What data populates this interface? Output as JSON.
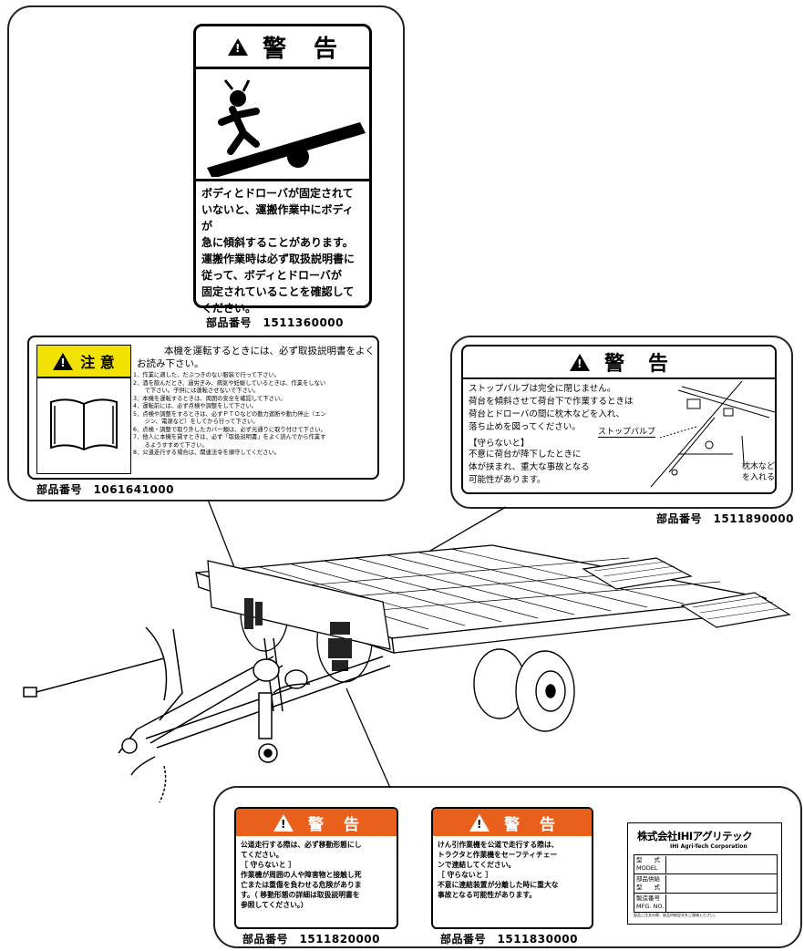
{
  "label_1": {
    "header_left": "警",
    "header_right": "告",
    "body": "ボディとドローバが固定されて\nいないと、運搬作業中にボディが\n急に傾斜することがあります。\n運搬作業時は必ず取扱説明書に\n従って、ボディとドローバが\n固定されていることを確認して\nください。",
    "part_no": "部品番号　1511360000"
  },
  "label_2": {
    "header": "注 意",
    "intro": "本機を運転するときには、必ず取扱説明書をよく\nお読み下さい。",
    "items": [
      "1．作業に適した、だぶつきのない服装で行って下さい。",
      "2．酒を飲んだとき、過労ぎみ、病気や妊娠しているときは、作業をしない\n　　で下さい。子供には運転させないで下さい。",
      "3．本機を運転するときは、周囲の安全を確認して下さい。",
      "4．運転前には、必ず点検や調整をして下さい。",
      "5．点検や調整をするときは、必ずＰＴＯなどの動力遮断や動力停止（エン\n　　ジン、電源など）をしてから行って下さい。",
      "6．点検・調整で取り外したカバー類は、必ず元通りに取り付けて下さい。",
      "7．他人に本機を貸すときは、必ず「取扱説明書」をよく読んでから作業す\n　　るようすすめて下さい。",
      "8．公道走行する場合は、関連法令を順守してください。"
    ],
    "part_no": "部品番号　1061641000"
  },
  "label_3": {
    "header_left": "警",
    "header_right": "告",
    "body": "ストップバルブは完全に閉じません。\n荷台を傾斜させて荷台下で作業するときは\n荷台とドローバの間に枕木などを入れ、\n落ち止めを図ってください。",
    "caution_title": "【守らないと】",
    "caution_body": "不意に荷台が降下したときに\n体が挟まれ、重大な事故となる\n可能性があります。",
    "callout_valve": "ストップバルブ",
    "callout_block": "枕木など\nを入れる",
    "part_no": "部品番号　1511890000"
  },
  "label_4": {
    "header_left": "警",
    "header_right": "告",
    "body": "公道走行する際は、必ず移動形態にし\nてください。\n［ 守らないと ］\n作業機が周囲の人や障害物と接触し死\n亡または重傷を負わせる危険がありま\nす。（ 移動形態の詳細は取扱説明書を\n参照してください。）",
    "part_no": "部品番号　1511820000"
  },
  "label_5": {
    "header_left": "警",
    "header_right": "告",
    "body": "けん引作業機を公道で走行する際は、\nトラクタと作業機をセーフティチェー\nンで連結してください。\n［ 守らないと ］\n不意に連結装置が分離した時に重大な\n事故となる可能性があります。",
    "part_no": "部品番号　1511830000"
  },
  "nameplate": {
    "company": "株式会社IHIアグリテック",
    "company_en": "IHI Agri-Tech Corporation",
    "row1": "型　　式\nMODEL",
    "row2": "部品供給\n型　　式",
    "row3": "製造番号\nMFG. NO.",
    "footnote": "部品ご注文の際、部品供給型式をご連絡ください。"
  },
  "colors": {
    "caution_yellow": "#f2e200",
    "warning_orange": "#e8601c"
  }
}
